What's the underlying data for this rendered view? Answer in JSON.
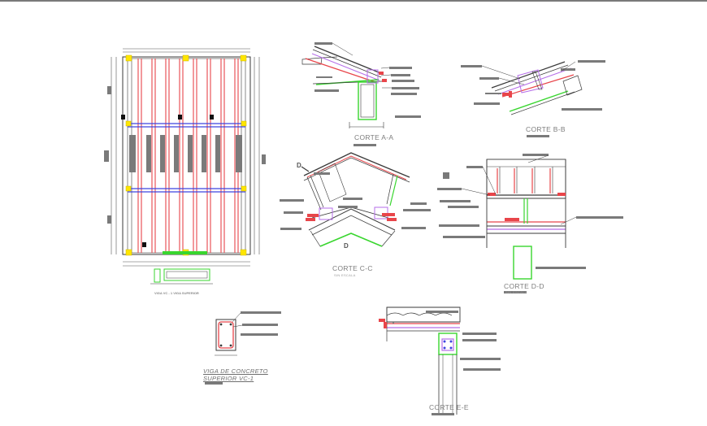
{
  "sections": {
    "plan_caption": "VIGA VC - 1 VIGA SUPERIOR",
    "corte_aa": {
      "title": "CORTE A-A"
    },
    "corte_bb": {
      "title": "CORTE B-B"
    },
    "corte_cc": {
      "title": "CORTE C-C",
      "subtitle": "SIN ESCALA",
      "marker": "D"
    },
    "corte_dd": {
      "title": "CORTE D-D",
      "subtitle": "SIN ESCALA"
    },
    "corte_ee": {
      "title": "CORTE E-E"
    },
    "beam_detail": {
      "title_line1": "VIGA DE CONCRETO",
      "title_line2": "SUPERIOR VC-1"
    }
  },
  "colors": {
    "steel": "#e8454a",
    "green": "#39d62f",
    "blue": "#3d43e0",
    "purple": "#b56ee8",
    "yellow": "#ffe600",
    "line": "#3a3a3a",
    "leader_block": "#7a7a7a"
  }
}
